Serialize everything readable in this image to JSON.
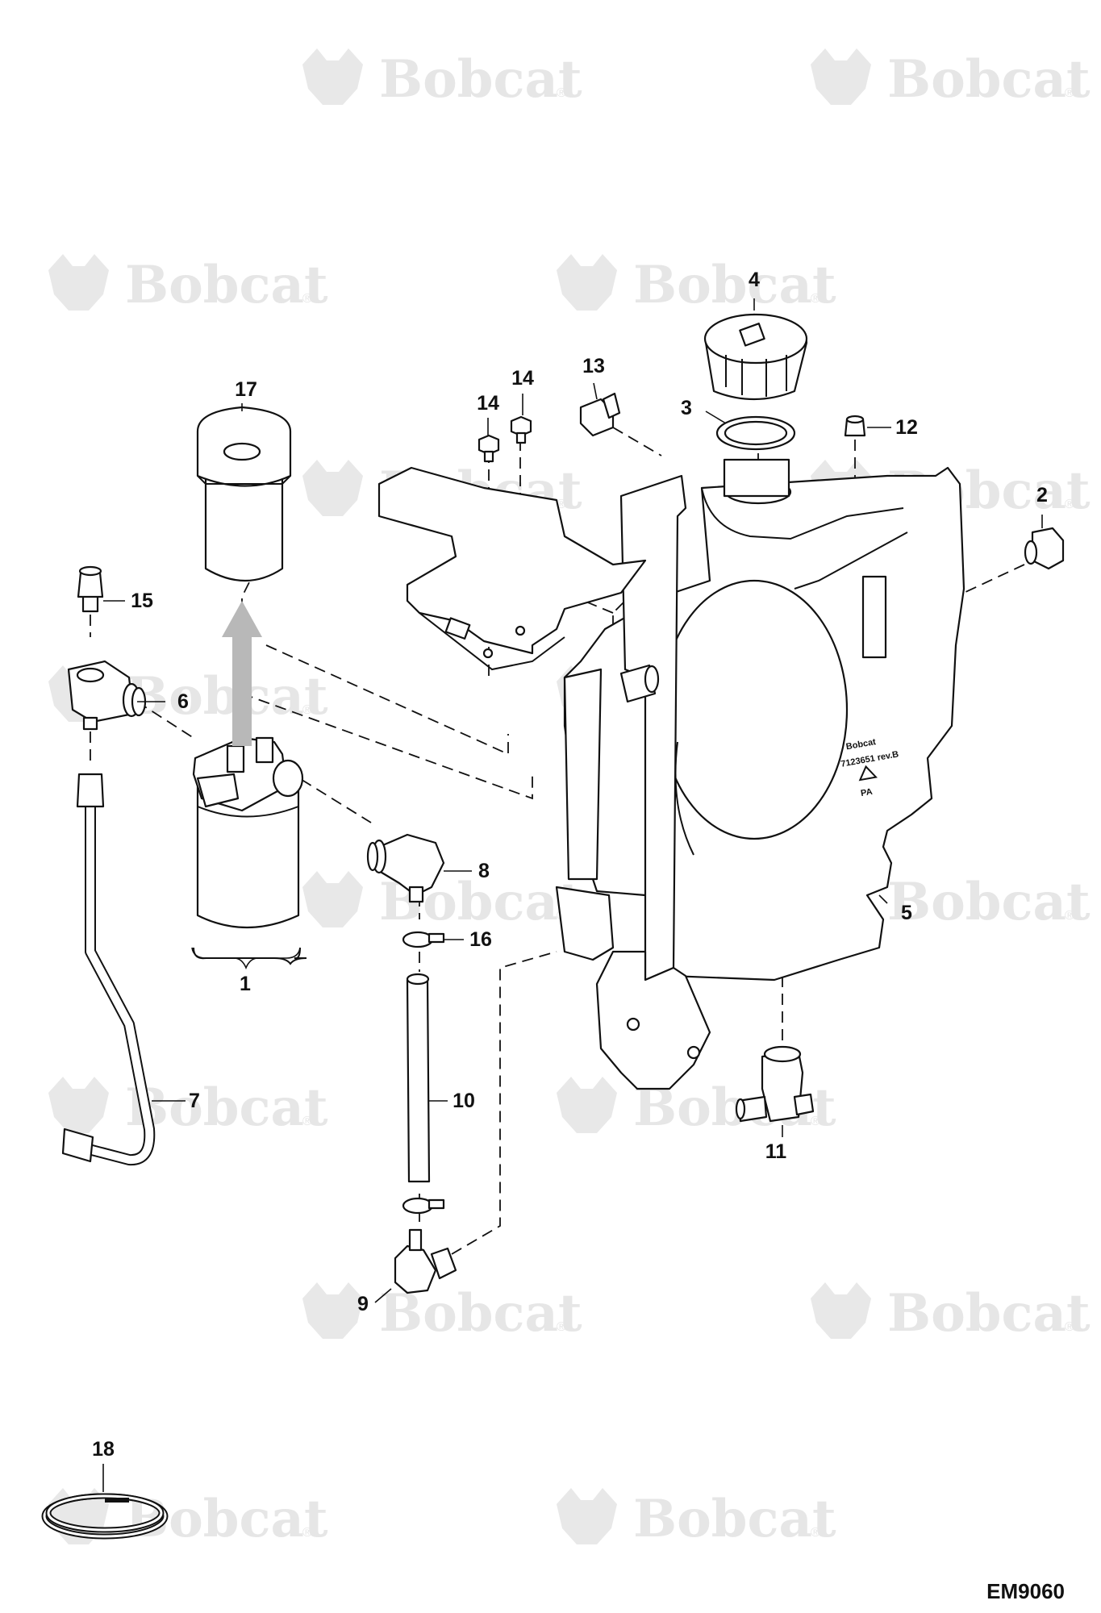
{
  "watermark": {
    "brand": "Bobcat",
    "mark": "®"
  },
  "drawing_code": "EM9060",
  "callouts": [
    {
      "id": "c1",
      "label": "1"
    },
    {
      "id": "c2",
      "label": "2"
    },
    {
      "id": "c3",
      "label": "3"
    },
    {
      "id": "c4",
      "label": "4"
    },
    {
      "id": "c5",
      "label": "5"
    },
    {
      "id": "c6",
      "label": "6"
    },
    {
      "id": "c7",
      "label": "7"
    },
    {
      "id": "c8",
      "label": "8"
    },
    {
      "id": "c9",
      "label": "9"
    },
    {
      "id": "c10",
      "label": "10"
    },
    {
      "id": "c11",
      "label": "11"
    },
    {
      "id": "c12",
      "label": "12"
    },
    {
      "id": "c13",
      "label": "13"
    },
    {
      "id": "c14a",
      "label": "14"
    },
    {
      "id": "c14b",
      "label": "14"
    },
    {
      "id": "c15",
      "label": "15"
    },
    {
      "id": "c16",
      "label": "16"
    },
    {
      "id": "c17",
      "label": "17"
    },
    {
      "id": "c18",
      "label": "18"
    }
  ],
  "tank_markings": {
    "brand": "Bobcat",
    "part_no": "7123651 rev.B",
    "material": "PA"
  },
  "colors": {
    "line": "#111111",
    "watermark": "#e6e6e6",
    "arrow": "#b8b8b8",
    "background": "#ffffff"
  }
}
